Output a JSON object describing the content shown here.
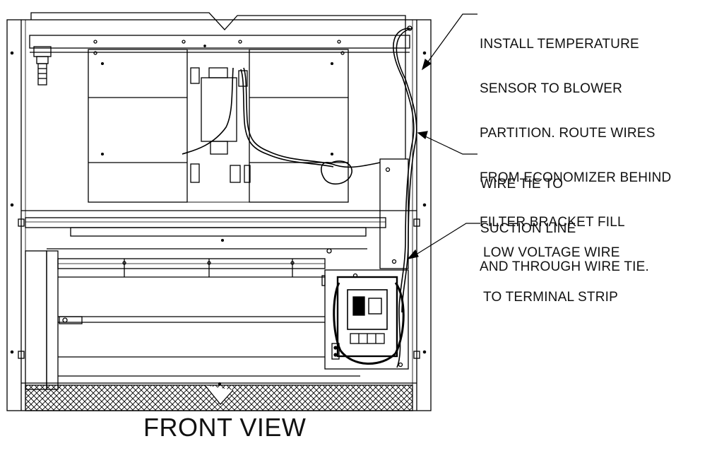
{
  "callouts": {
    "temp_sensor": [
      "INSTALL TEMPERATURE",
      "SENSOR TO BLOWER",
      "PARTITION. ROUTE WIRES",
      "FROM ECONOMIZER BEHIND",
      "FILTER BRACKET FILL",
      "AND THROUGH WIRE TIE."
    ],
    "wire_tie": [
      "WIRE TIE TO",
      "SUCTION LINE"
    ],
    "low_voltage": [
      "LOW VOLTAGE WIRE",
      "TO TERMINAL STRIP"
    ]
  },
  "title": "FRONT VIEW"
}
